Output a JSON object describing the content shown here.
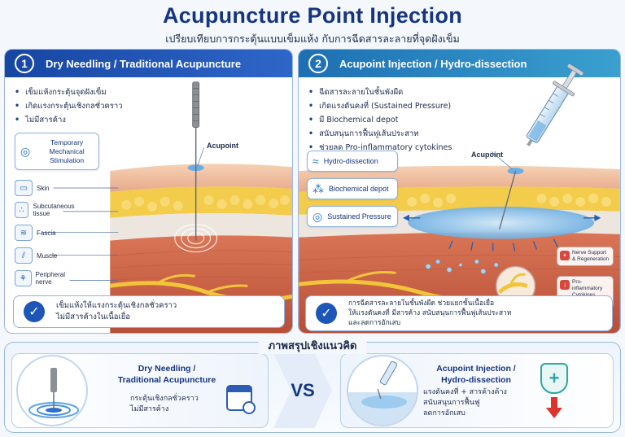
{
  "header": {
    "title": "Acupuncture Point Injection",
    "subtitle": "เปรียบเทียบการกระตุ้นแบบเข็มแห้ง กับการฉีดสารละลายที่จุดฝังเข็ม"
  },
  "left_panel": {
    "number": "1",
    "title": "Dry Needling / Traditional Acupuncture",
    "bullets": [
      "เข็มแห้งกระตุ้นจุดฝังเข็ม",
      "เกิดแรงกระตุ้นเชิงกลชั่วคราว",
      "ไม่มีสารค้าง"
    ],
    "stim_tag": "Temporary Mechanical Stimulation",
    "acupoint_label": "Acupoint",
    "layers": [
      "Skin",
      "Subcutaneous tissue",
      "Fascia",
      "Muscle",
      "Peripheral nerve"
    ],
    "callout": [
      "เข็มแห้งให้แรงกระตุ้นเชิงกลชั่วคราว",
      "ไม่มีสารค้างในเนื้อเยื่อ"
    ]
  },
  "right_panel": {
    "number": "2",
    "title": "Acupoint Injection / Hydro-dissection",
    "bullets": [
      "ฉีดสารละลายในชั้นพังผืด",
      "เกิดแรงดันคงที่ (Sustained Pressure)",
      "มี Biochemical depot",
      "สนับสนุนการฟื้นฟูเส้นประสาท",
      "ช่วยลด Pro-inflammatory cytokines"
    ],
    "tags": [
      "Hydro-dissection",
      "Biochemical depot",
      "Sustained Pressure"
    ],
    "acupoint_label": "Acupoint",
    "nerve_tag": "Nerve Support & Regeneration",
    "cytokine_tag": "Pro-inflammatory Cytokines Downregulated",
    "callout": [
      "การฉีดสารละลายในชั้นพังผืด ช่วยแยกชั้นเนื้อเยื่อ",
      "ให้แรงดันคงที่ มีสารค้าง สนับสนุนการฟื้นฟูเส้นประสาท",
      "และลดการอักเสบ"
    ]
  },
  "summary": {
    "title": "ภาพสรุปเชิงแนวคิด",
    "left_head": [
      "Dry Needling /",
      "Traditional Acupuncture"
    ],
    "left_sub": [
      "กระตุ้นเชิงกลชั่วคราว",
      "ไม่มีสารค้าง"
    ],
    "vs": "VS",
    "right_head": [
      "Acupoint Injection /",
      "Hydro-dissection"
    ],
    "right_sub": [
      "แรงดันคงที่ + สารค้างค้าง",
      "สนับสนุนการฟื้นฟู",
      "ลดการอักเสบ"
    ]
  },
  "colors": {
    "title_blue": "#16357f",
    "skin": "#f2c4a6",
    "fat": "#f1c842",
    "fascia": "#ece6e0",
    "muscle": "#d36a4e",
    "nerve": "#f0c23a",
    "fluid": "#8fc4ea",
    "arrow_red": "#e0322c",
    "shield_teal": "#2ba8a0"
  }
}
